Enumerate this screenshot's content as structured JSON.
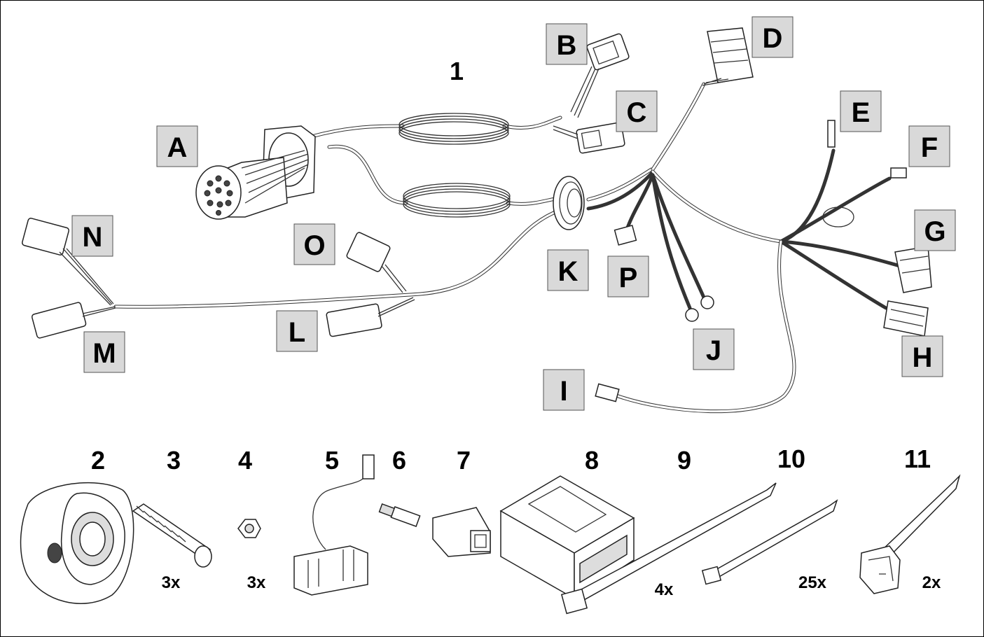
{
  "harness": {
    "number": "1",
    "letters": [
      "A",
      "B",
      "C",
      "D",
      "E",
      "F",
      "G",
      "H",
      "I",
      "J",
      "K",
      "L",
      "M",
      "N",
      "O",
      "P"
    ]
  },
  "parts": [
    {
      "number": "2",
      "qty": ""
    },
    {
      "number": "3",
      "qty": "3x"
    },
    {
      "number": "4",
      "qty": "3x"
    },
    {
      "number": "5",
      "qty": ""
    },
    {
      "number": "6",
      "qty": ""
    },
    {
      "number": "7",
      "qty": ""
    },
    {
      "number": "8",
      "qty": ""
    },
    {
      "number": "9",
      "qty": "4x"
    },
    {
      "number": "10",
      "qty": "25x"
    },
    {
      "number": "11",
      "qty": "2x"
    }
  ]
}
